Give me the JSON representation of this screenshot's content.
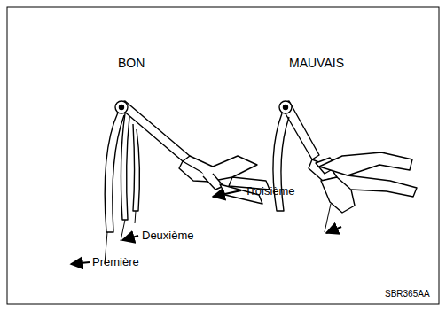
{
  "diagram": {
    "labels": [
      "BON",
      "MAUVAIS",
      "Troisième",
      "Deuxième",
      "Première",
      "SBR365AA"
    ]
  }
}
